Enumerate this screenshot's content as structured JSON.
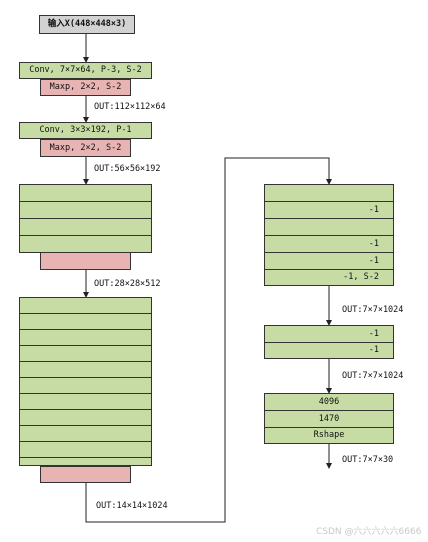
{
  "input_label": "输入X(448×448×3)",
  "stage1": {
    "conv": "Conv, 7×7×64, P-3, S-2",
    "pool": "Maxp, 2×2, S-2",
    "out": "OUT:112×112×64"
  },
  "stage2": {
    "conv": "Conv, 3×3×192, P-1",
    "pool": "Maxp, 2×2, S-2",
    "out": "OUT:56×56×192"
  },
  "stage3": {
    "out": "OUT:28×28×512"
  },
  "stage4": {
    "out": "OUT:14×14×1024"
  },
  "stage5": {
    "rows": [
      "",
      "-1",
      "",
      "-1",
      "-1",
      "-1, S-2"
    ],
    "out": "OUT:7×7×1024"
  },
  "stage6": {
    "rows": [
      "-1",
      "-1"
    ],
    "out": "OUT:7×7×1024"
  },
  "stage7": {
    "rows": [
      "4096",
      "1470",
      "Rshape"
    ],
    "out": "OUT:7×7×30"
  },
  "watermark": "CSDN @六六六六六6666",
  "colors": {
    "conv_green": "#c7dca5",
    "pool_pink": "#e8b4b3",
    "input_gray": "#d2d2d2",
    "line": "#222222"
  }
}
